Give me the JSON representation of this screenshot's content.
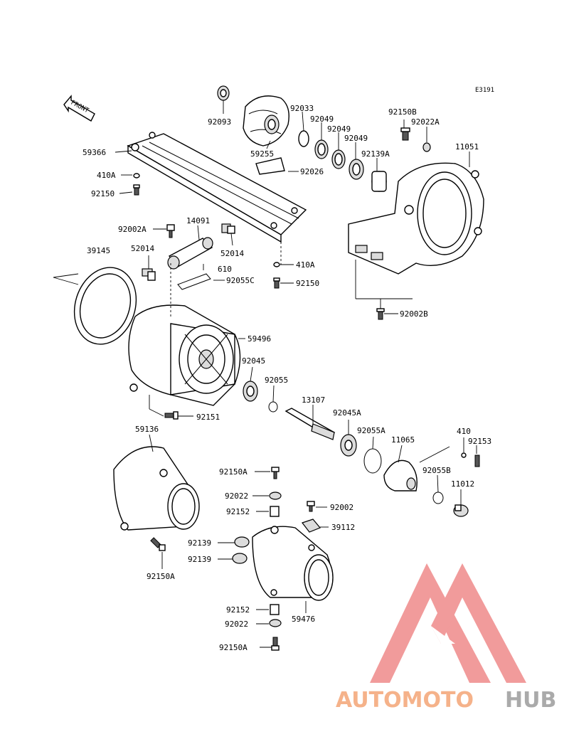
{
  "diagram_code": "E3191",
  "front_label": "FRONT",
  "watermark": {
    "text_a": "AUTOMOTO",
    "text_b": "HUB",
    "color_a": "#f5b28a",
    "color_b": "#aaaaaa",
    "logo_color": "#ef8a8a"
  },
  "callouts": [
    {
      "id": "c92093",
      "text": "92093"
    },
    {
      "id": "c92033",
      "text": "92033"
    },
    {
      "id": "c92049a",
      "text": "92049"
    },
    {
      "id": "c92049b",
      "text": "92049"
    },
    {
      "id": "c92049c",
      "text": "92049"
    },
    {
      "id": "c92150B",
      "text": "92150B"
    },
    {
      "id": "c92022A",
      "text": "92022A"
    },
    {
      "id": "c11051",
      "text": "11051"
    },
    {
      "id": "c59366",
      "text": "59366"
    },
    {
      "id": "c59255",
      "text": "59255"
    },
    {
      "id": "c92026",
      "text": "92026"
    },
    {
      "id": "c92139A",
      "text": "92139A"
    },
    {
      "id": "c410A_1",
      "text": "410A"
    },
    {
      "id": "c92150_1",
      "text": "92150"
    },
    {
      "id": "c92002A",
      "text": "92002A"
    },
    {
      "id": "c14091",
      "text": "14091"
    },
    {
      "id": "c39145",
      "text": "39145"
    },
    {
      "id": "c52014a",
      "text": "52014"
    },
    {
      "id": "c52014b",
      "text": "52014"
    },
    {
      "id": "c610",
      "text": "610"
    },
    {
      "id": "c92055C",
      "text": "92055C"
    },
    {
      "id": "c410A_2",
      "text": "410A"
    },
    {
      "id": "c92150_2",
      "text": "92150"
    },
    {
      "id": "c92002B",
      "text": "92002B"
    },
    {
      "id": "c59496",
      "text": "59496"
    },
    {
      "id": "c92045",
      "text": "92045"
    },
    {
      "id": "c92055",
      "text": "92055"
    },
    {
      "id": "c13107",
      "text": "13107"
    },
    {
      "id": "c92045A",
      "text": "92045A"
    },
    {
      "id": "c92151",
      "text": "92151"
    },
    {
      "id": "c92055A",
      "text": "92055A"
    },
    {
      "id": "c59136",
      "text": "59136"
    },
    {
      "id": "c410",
      "text": "410"
    },
    {
      "id": "c92153",
      "text": "92153"
    },
    {
      "id": "c11065",
      "text": "11065"
    },
    {
      "id": "c92150A_1",
      "text": "92150A"
    },
    {
      "id": "c92055B",
      "text": "92055B"
    },
    {
      "id": "c11012",
      "text": "11012"
    },
    {
      "id": "c92022_1",
      "text": "92022"
    },
    {
      "id": "c92002",
      "text": "92002"
    },
    {
      "id": "c92152_1",
      "text": "92152"
    },
    {
      "id": "c39112",
      "text": "39112"
    },
    {
      "id": "c92139_1",
      "text": "92139"
    },
    {
      "id": "c92139_2",
      "text": "92139"
    },
    {
      "id": "c92150A_2",
      "text": "92150A"
    },
    {
      "id": "c92152_2",
      "text": "92152"
    },
    {
      "id": "c59476",
      "text": "59476"
    },
    {
      "id": "c92022_2",
      "text": "92022"
    },
    {
      "id": "c92150A_3",
      "text": "92150A"
    }
  ]
}
